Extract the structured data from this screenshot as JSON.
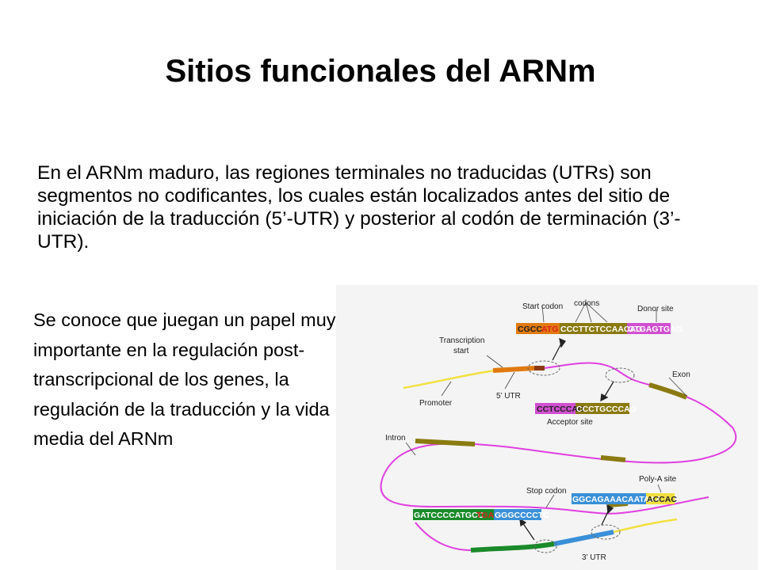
{
  "slide": {
    "title": "Sitios funcionales del ARNm",
    "intro": "En el ARNm maduro, las regiones terminales no traducidas (UTRs) son segmentos no codificantes, los cuales están localizados antes del sitio de iniciación de la traducción (5’-UTR) y posterior al codón de terminación (3’-UTR).",
    "side_text": "Se conoce que juegan un papel muy importante en la regulación post-transcripcional de los genes, la regulación de la traducción y la vida media del ARNm"
  },
  "diagram": {
    "labels": {
      "start_codon": "Start codon",
      "codons": "codons",
      "donor_site": "Donor site",
      "transcription_start_1": "Transcription",
      "transcription_start_2": "start",
      "exon": "Exon",
      "promoter": "Promoter",
      "utr5": "5’ UTR",
      "acceptor_site": "Acceptor site",
      "intron": "Intron",
      "poly_a_site": "Poly-A site",
      "stop_codon": "Stop codon",
      "utr3": "3’ UTR"
    },
    "sequences": {
      "start": [
        "CGCC",
        "ATG",
        "CCCTTCTCCAACAG",
        "GTGAGTGAG"
      ],
      "acceptor": [
        "CCTCCCAG",
        "CCCTGCCCAG"
      ],
      "stop": [
        "GATCCCCATGCC",
        "TGA",
        "GGGCCCCTC"
      ],
      "polya": [
        "GGCAGAAACAATAAA",
        "ACCAC"
      ]
    },
    "colors": {
      "utr5": "#e07a10",
      "exon": "#8a7a10",
      "mrna_line": "#e040e0",
      "promoter_line": "#f2e040",
      "coding_green": "#1a8a2a",
      "utr3": "#3a90d8",
      "start_codon_red": "#e02020",
      "donor_magenta": "#d050d0",
      "polya_yellow": "#f0e040"
    }
  }
}
